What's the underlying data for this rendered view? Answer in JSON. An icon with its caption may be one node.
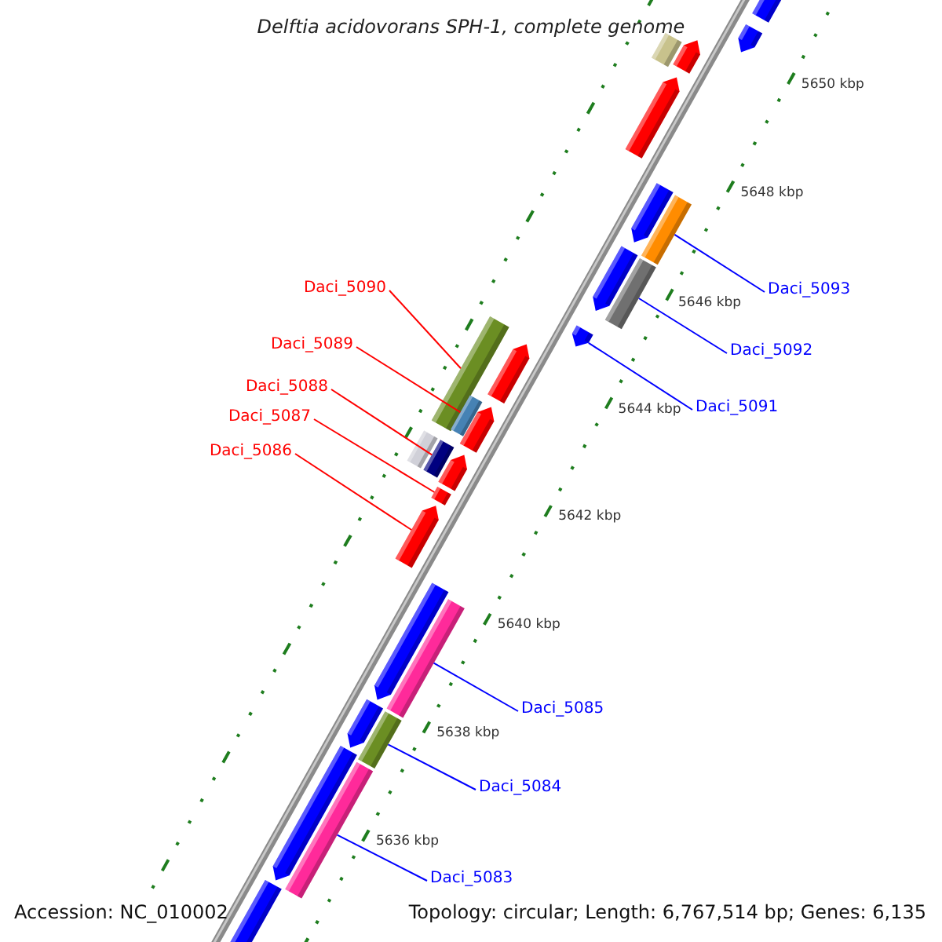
{
  "diagram": {
    "title": "Delftia acidovorans SPH-1, complete genome",
    "nodes": [
      {
        "text": [
          "Daci_5090"
        ]
      },
      {
        "text": [
          "Daci_5093"
        ]
      },
      {
        "text": [
          "Daci_5089"
        ]
      },
      {
        "text": [
          "Daci_5092"
        ]
      },
      {
        "text": [
          "Daci_5088"
        ]
      },
      {
        "text": [
          "Daci_5091"
        ]
      },
      {
        "text": [
          "Daci_5087"
        ]
      },
      {
        "text": [
          "Daci_5086"
        ]
      },
      {
        "text": [
          "Daci_5085"
        ]
      },
      {
        "text": [
          "Daci_5084"
        ]
      },
      {
        "text": [
          "Daci_5083"
        ]
      },
      {
        "text": [],
        "shape": "bar"
      },
      {
        "text": [],
        "shape": "bar"
      },
      {
        "text": [],
        "shape": "bar"
      },
      {
        "text": [],
        "shape": "bar"
      },
      {
        "text": [],
        "shape": "bar"
      },
      {
        "text": [],
        "shape": "bar"
      },
      {
        "text": [],
        "shape": "bar"
      },
      {
        "text": [],
        "shape": "bar"
      },
      {
        "text": [],
        "shape": "bar"
      },
      {
        "text": [],
        "shape": "bar"
      },
      {
        "text": [],
        "shape": "bar"
      }
    ],
    "edges": [
      {
        "from": 0,
        "to": 14,
        "arrow": "none",
        "color": "#ff0000"
      },
      {
        "from": 1,
        "to": 11,
        "arrow": "none"
      },
      {
        "from": 2,
        "to": 15,
        "arrow": "none",
        "color": "#ff0000"
      },
      {
        "from": 3,
        "to": 12,
        "arrow": "none"
      },
      {
        "from": 4,
        "to": 16,
        "arrow": "none",
        "color": "#ff0000"
      },
      {
        "from": 5,
        "to": 13,
        "arrow": "none"
      },
      {
        "from": 6,
        "to": 17,
        "arrow": "none",
        "color": "#ff0000"
      },
      {
        "from": 7,
        "to": 18,
        "arrow": "none",
        "color": "#ff0000"
      },
      {
        "from": 8,
        "to": 19,
        "arrow": "none"
      },
      {
        "from": 9,
        "to": 20,
        "arrow": "none"
      },
      {
        "from": 10,
        "to": 21,
        "arrow": "none"
      }
    ],
    "labels": [
      "5650 kbp",
      "5648 kbp",
      "5646 kbp",
      "5644 kbp",
      "5642 kbp",
      "5640 kbp",
      "5638 kbp",
      "5636 kbp",
      "Accession: NC_010002",
      "Topology: circular; Length: 6,767,514 bp; Genes: 6,135"
    ]
  }
}
